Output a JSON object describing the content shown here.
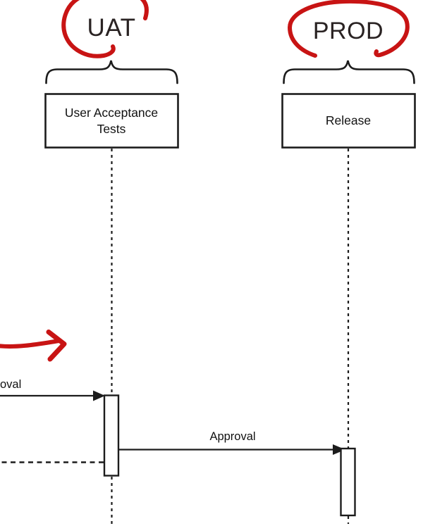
{
  "diagram": {
    "type": "sequence-diagram",
    "participants": [
      {
        "id": "uat",
        "annotation": "UAT",
        "box_label": "User Acceptance Tests"
      },
      {
        "id": "prod",
        "annotation": "PROD",
        "box_label": "Release"
      }
    ],
    "messages": [
      {
        "label": "oval",
        "style": "solid-arrow",
        "from": "offscreen-left",
        "to": "uat",
        "note": "label clipped at left image edge"
      },
      {
        "label": "Approval",
        "style": "solid-arrow",
        "from": "uat",
        "to": "prod"
      },
      {
        "label": "",
        "style": "dashed-return",
        "from": "uat",
        "to": "offscreen-left"
      }
    ],
    "annotations": [
      {
        "id": "uat-circle",
        "shape": "hand-drawn-red-circle",
        "around": "UAT"
      },
      {
        "id": "prod-circle",
        "shape": "hand-drawn-red-circle",
        "around": "PROD"
      },
      {
        "id": "red-arrow",
        "shape": "hand-drawn-red-arrow",
        "points_to": "uat-lifeline"
      }
    ],
    "colors": {
      "annotation_red": "#c81414",
      "line_black": "#1c1c1c",
      "background": "#ffffff"
    }
  }
}
